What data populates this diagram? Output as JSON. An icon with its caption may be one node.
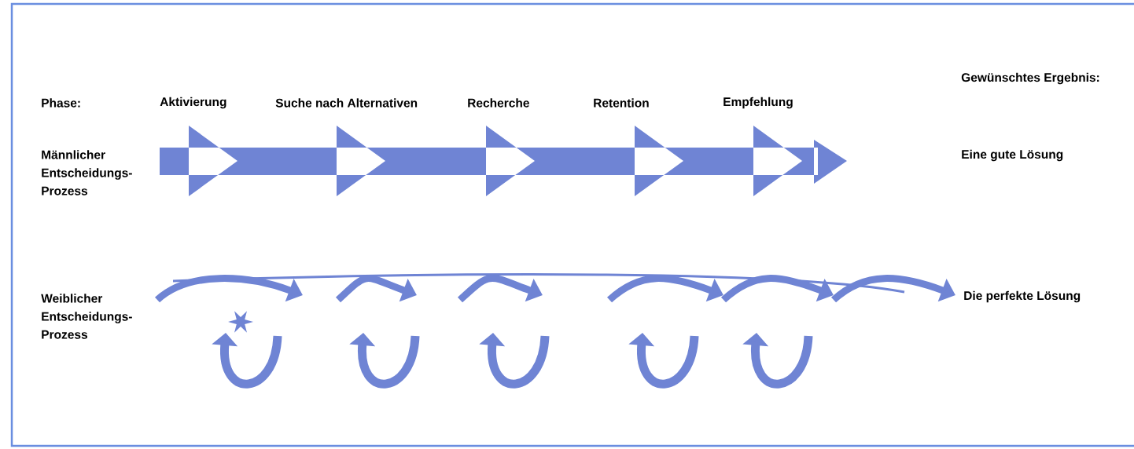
{
  "diagram": {
    "labels": [
      "Gewünschtes Ergebnis:",
      "Phase:",
      "Aktivierung",
      "Suche nach Alternativen",
      "Recherche",
      "Retention",
      "Empfehlung",
      "Männlicher Entscheidungs-Prozess",
      "Eine gute Lösung",
      "Weiblicher Entscheidungs-Prozess",
      "Die perfekte Lösung"
    ]
  }
}
